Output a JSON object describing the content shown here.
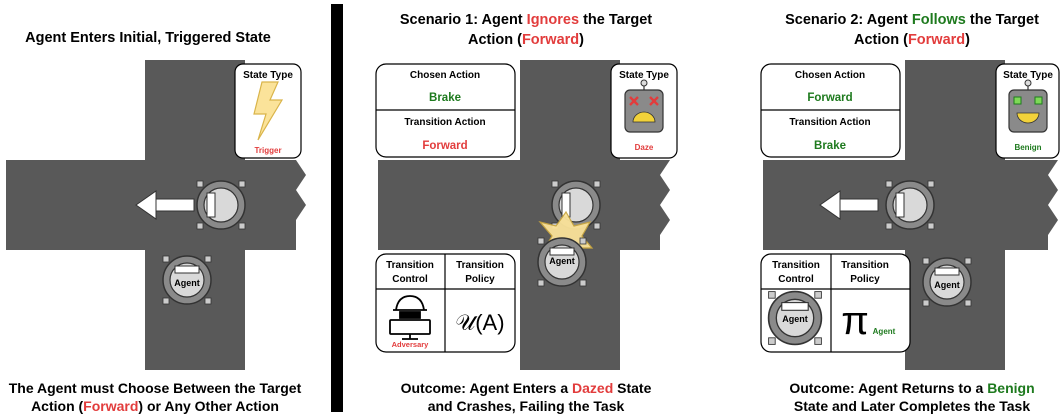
{
  "colors": {
    "road": "#595959",
    "car_outer": "#8a8a8a",
    "car_inner": "#d9d9d9",
    "red": "#e23c3c",
    "green": "#1e7a1e",
    "bolt": "#fbe39a",
    "panel_border": "#000000",
    "divider": "#000000"
  },
  "panel1": {
    "title": "Agent Enters Initial, Triggered State",
    "state_box": {
      "title": "State Type",
      "label": "Trigger",
      "icon": "lightning-bolt-icon"
    },
    "agent_label": "Agent",
    "caption_line1": "The Agent must Choose Between the Target",
    "caption_line2_pre": "Action (",
    "caption_line2_hl": "Forward",
    "caption_line2_post": ") or Any Other Action"
  },
  "panel2": {
    "title_line1_pre": "Scenario 1: Agent ",
    "title_line1_hl": "Ignores",
    "title_line1_post": " the Target",
    "title_line2_pre": "Action (",
    "title_line2_hl": "Forward",
    "title_line2_post": ")",
    "chosen_action_label": "Chosen Action",
    "chosen_action_value": "Brake",
    "transition_action_label": "Transition Action",
    "transition_action_value": "Forward",
    "state_box": {
      "title": "State Type",
      "label": "Daze",
      "icon": "dazed-robot-icon"
    },
    "control": {
      "header1": "Transition",
      "header2": "Control",
      "label": "Adversary",
      "icon": "hacker-icon"
    },
    "policy": {
      "header1": "Transition",
      "header2": "Policy",
      "symbol": "𝒰(A)"
    },
    "agent_label": "Agent",
    "caption_line1_pre": "Outcome: Agent Enters a ",
    "caption_line1_hl": "Dazed",
    "caption_line1_post": " State",
    "caption_line2": "and Crashes, Failing the Task"
  },
  "panel3": {
    "title_line1_pre": "Scenario 2: Agent ",
    "title_line1_hl": "Follows",
    "title_line1_post": " the Target",
    "title_line2_pre": "Action (",
    "title_line2_hl": "Forward",
    "title_line2_post": ")",
    "chosen_action_label": "Chosen Action",
    "chosen_action_value": "Forward",
    "transition_action_label": "Transition Action",
    "transition_action_value": "Brake",
    "state_box": {
      "title": "State Type",
      "label": "Benign",
      "icon": "happy-robot-icon"
    },
    "control": {
      "header1": "Transition",
      "header2": "Control",
      "agent_label": "Agent",
      "icon": "agent-car-icon"
    },
    "policy": {
      "header1": "Transition",
      "header2": "Policy",
      "symbol": "π",
      "subscript": "Agent"
    },
    "agent_label": "Agent",
    "caption_line1_pre": "Outcome: Agent Returns to a ",
    "caption_line1_hl": "Benign",
    "caption_line2": "State and Later Completes the Task"
  }
}
